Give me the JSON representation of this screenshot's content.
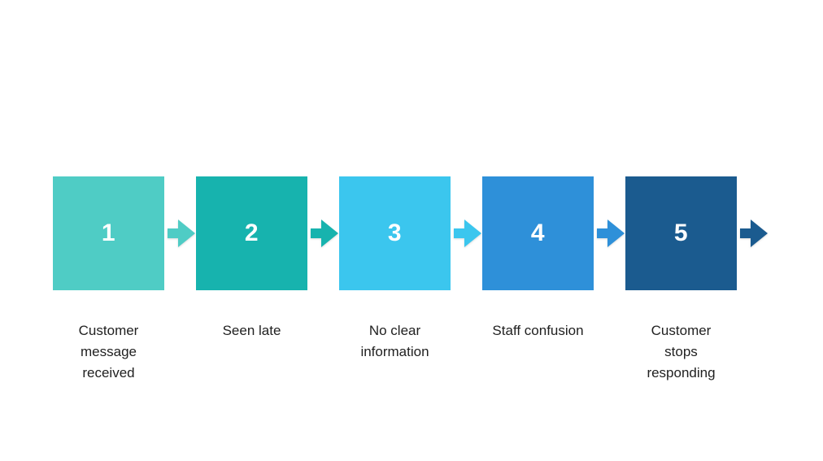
{
  "canvas": {
    "background": "#ffffff"
  },
  "diagram": {
    "type": "process-flow",
    "direction": "left-to-right",
    "number_color": "#ffffff",
    "text_color": "#212121",
    "steps": [
      {
        "number": "1",
        "label": "Customer\nmessage\nreceived",
        "color": "#4FCCC5"
      },
      {
        "number": "2",
        "label": "Seen late",
        "color": "#17B3AE"
      },
      {
        "number": "3",
        "label": "No clear\ninformation",
        "color": "#3BC6EE"
      },
      {
        "number": "4",
        "label": "Staff confusion",
        "color": "#2E90D9"
      },
      {
        "number": "5",
        "label": "Customer\nstops\nresponding",
        "color": "#1B5B8F"
      }
    ]
  }
}
